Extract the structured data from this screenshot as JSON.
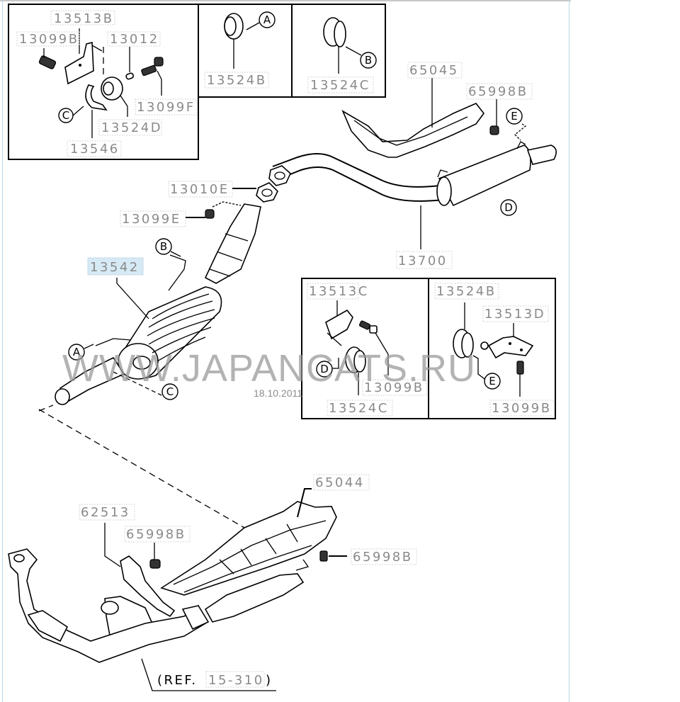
{
  "diagram": {
    "title": "Exhaust system parts diagram",
    "watermark": "WWW.JAPANCATS.RU",
    "date": "18.10.2011",
    "highlight_color": "#d6eaf5",
    "label_color": "#8a8a8a",
    "insets": {
      "top_left": {
        "labels": [
          "13513B",
          "13099B",
          "13012",
          "13099F",
          "13524D",
          "13546"
        ],
        "callouts": [
          "C"
        ]
      },
      "top_middle_a": {
        "labels": [
          "13524B"
        ],
        "callouts": [
          "A"
        ]
      },
      "top_middle_b": {
        "labels": [
          "13524C"
        ],
        "callouts": [
          "B"
        ]
      },
      "mid_right_left": {
        "labels": [
          "13513C",
          "13099B",
          "13524C"
        ],
        "callouts": [
          "D"
        ]
      },
      "mid_right_right": {
        "labels": [
          "13524B",
          "13513D",
          "13099B"
        ],
        "callouts": [
          "E"
        ]
      }
    },
    "main_labels": {
      "heat_protector_rear": "65045",
      "bolt_rear": "65998B",
      "gasket": "13010E",
      "bolt_front_pipe": "13099E",
      "center_muffler": "13542",
      "main_muffler": "13700",
      "heat_protector_front": "65044",
      "bracket": "62513",
      "bolt_bracket": "65998B",
      "bolt_protector": "65998B"
    },
    "main_callouts": {
      "a": "A",
      "b": "B",
      "c": "C",
      "d": "D",
      "e": "E"
    },
    "reference": {
      "prefix": "(REF.",
      "number": "15-310",
      "suffix": ")"
    },
    "selected_part": "13542"
  }
}
